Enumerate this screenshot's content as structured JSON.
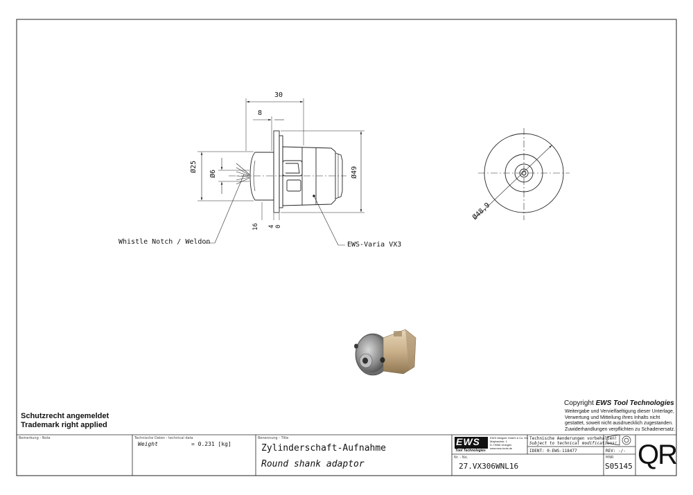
{
  "drawing": {
    "dims": {
      "length_30": "30",
      "length_8": "8",
      "dia_25": "Ø25",
      "dia_6": "Ø6",
      "dia_49": "Ø49",
      "dim_16": "16",
      "dim_4": "4",
      "dim_0": "0",
      "dia_48_9": "Ø48,9"
    },
    "callouts": {
      "whistle_notch": "Whistle Notch / Weldon",
      "varia": "EWS-Varia VX3"
    }
  },
  "trademark": {
    "line1": "Schutzrecht angemeldet",
    "line2": "Trademark right applied"
  },
  "copyright": {
    "prefix": "Copyright ",
    "brand": "EWS Tool Technologies",
    "lines": [
      "Weitergabe und Vervielfaeltigung dieser Unterlage,",
      "Verwertung und Mitteilung ihres Inhalts nicht",
      "gestattet, soweit nicht ausdruecklich zugestanden.",
      "Zuwiderhandlungen verpflichten zu Schadenersatz."
    ]
  },
  "title_block": {
    "note_label": "Bemerkung - Note",
    "tech_label": "Technische Daten - technical data",
    "weight_label": "Weight",
    "weight_value": "= 0.231 [kg]",
    "title_label": "Benennung - Title",
    "title_de": "Zylinderschaft-Aufnahme",
    "title_en": "Round shank adaptor",
    "logo_text": "EWS",
    "logo_sub": "Tool Technologies",
    "company_lines": [
      "EWS Weigele GmbH & Co. KG",
      "Maybachstr. 1",
      "D-73066 Uhingen",
      "www.ews-tools.de"
    ],
    "notice_de": "Technische Aenderungen vorbehalten!",
    "notice_en": "Subject to technical modifications!",
    "ident": "IDENT: 0-EWS-118477",
    "rev": "REV: -/-",
    "nr_label": "Nr. - No.",
    "part_number": "27.VX306WNL16",
    "mnr_label": "MNR",
    "mnr_value": "S05145",
    "qr": "QR"
  }
}
